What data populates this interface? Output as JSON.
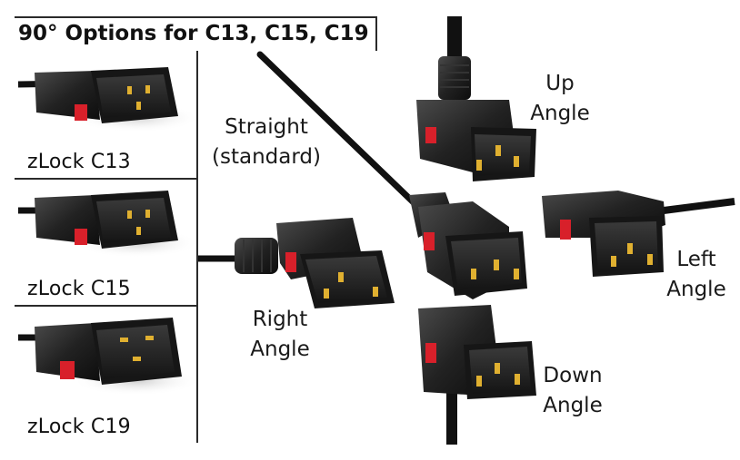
{
  "title": "90° Options for C13, C15, C19",
  "catalog": [
    {
      "name": "zLock C13"
    },
    {
      "name": "zLock C15"
    },
    {
      "name": "zLock C19"
    }
  ],
  "labels": {
    "straight": [
      "Straight",
      "(standard)"
    ],
    "up": [
      "Up",
      "Angle"
    ],
    "left": [
      "Left",
      "Angle"
    ],
    "right": [
      "Right",
      "Angle"
    ],
    "down": [
      "Down",
      "Angle"
    ]
  },
  "colors": {
    "connector_body": "#1c1c1c",
    "lock_button": "#d8202a",
    "pin": "#e0b030",
    "cable": "#111111"
  }
}
